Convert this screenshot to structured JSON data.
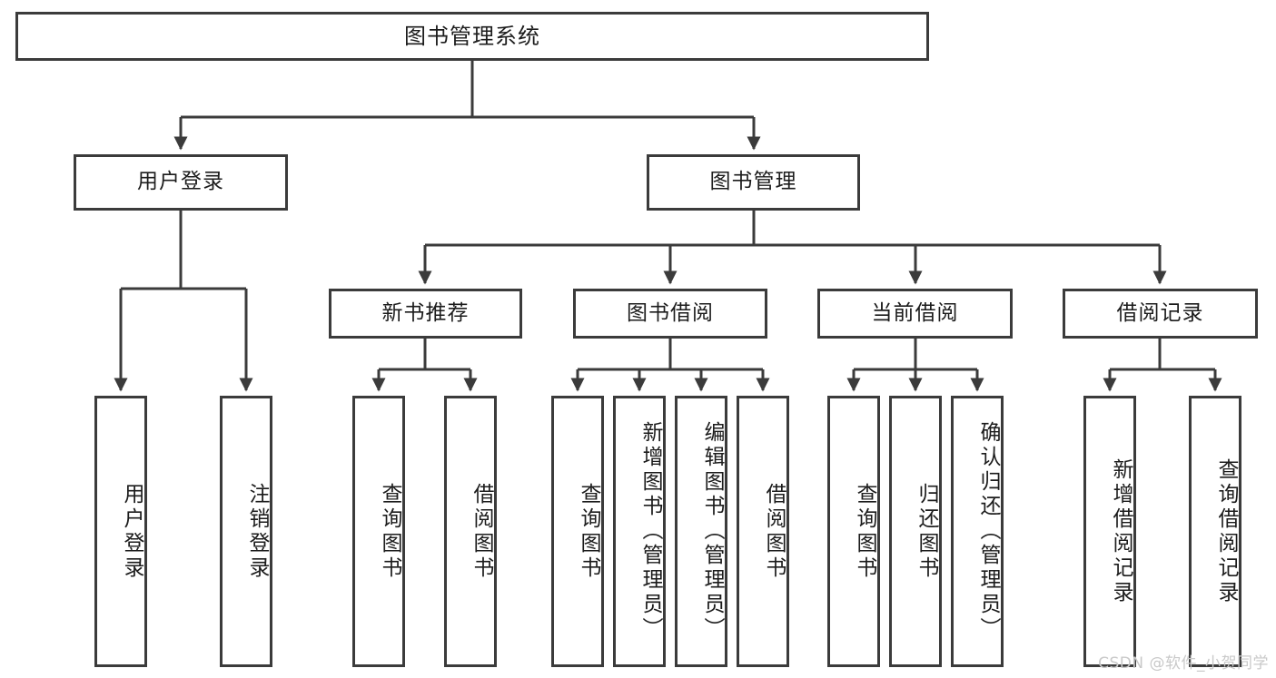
{
  "diagram": {
    "title": "图书管理系统",
    "type": "tree-hierarchy-chart",
    "colors": {
      "stroke": "#3b3b3b",
      "fill": "#ffffff",
      "text": "#1c1c1c",
      "watermark": "#c9c9c9"
    },
    "root": {
      "label": "图书管理系统"
    },
    "level2": [
      {
        "id": "user-login",
        "label": "用户登录"
      },
      {
        "id": "book-management",
        "label": "图书管理"
      }
    ],
    "level3": [
      {
        "id": "new-book-recommend",
        "label": "新书推荐"
      },
      {
        "id": "book-borrow",
        "label": "图书借阅"
      },
      {
        "id": "current-borrow",
        "label": "当前借阅"
      },
      {
        "id": "borrow-record",
        "label": "借阅记录"
      }
    ],
    "leaves": {
      "user_login": [
        {
          "id": "leaf-user-login",
          "label": "用户登录"
        },
        {
          "id": "leaf-logout",
          "label": "注销登录"
        }
      ],
      "new_book_recommend": [
        {
          "id": "leaf-query-book-1",
          "label": "查询图书"
        },
        {
          "id": "leaf-borrow-book-1",
          "label": "借阅图书"
        }
      ],
      "book_borrow": [
        {
          "id": "leaf-query-book-2",
          "label": "查询图书"
        },
        {
          "id": "leaf-add-book",
          "label": "新增图书（管理员）"
        },
        {
          "id": "leaf-edit-book",
          "label": "编辑图书（管理员）"
        },
        {
          "id": "leaf-borrow-book-2",
          "label": "借阅图书"
        }
      ],
      "current_borrow": [
        {
          "id": "leaf-query-book-3",
          "label": "查询图书"
        },
        {
          "id": "leaf-return-book",
          "label": "归还图书"
        },
        {
          "id": "leaf-confirm-return",
          "label": "确认归还（管理员）"
        }
      ],
      "borrow_record": [
        {
          "id": "leaf-add-record",
          "label": "新增借阅记录"
        },
        {
          "id": "leaf-query-record",
          "label": "查询借阅记录"
        }
      ]
    },
    "watermark": "CSDN @软件_小贺同学"
  }
}
